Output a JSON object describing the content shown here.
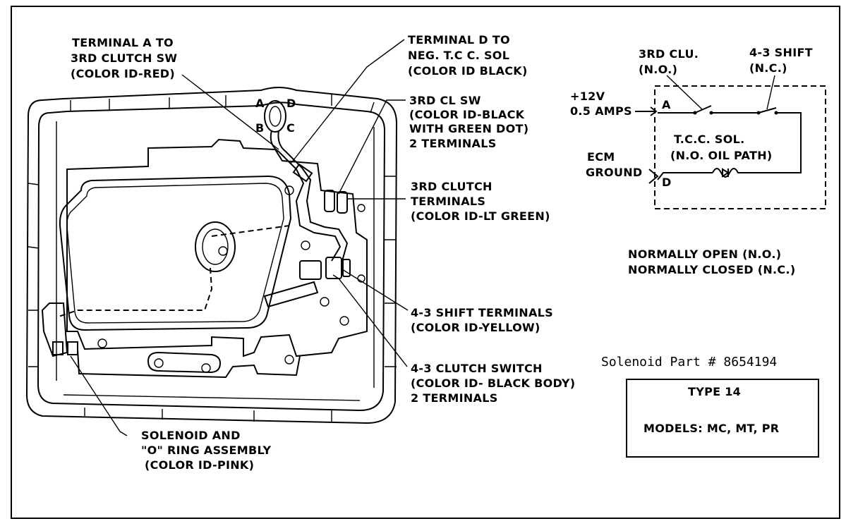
{
  "callouts": {
    "terminal_a": [
      "TERMINAL A TO",
      "3RD CLUTCH SW",
      "(COLOR ID-RED)"
    ],
    "terminal_d": [
      "TERMINAL D TO",
      "NEG. T.C C. SOL",
      "(COLOR ID BLACK)"
    ],
    "third_cl_sw": [
      "3RD CL SW",
      "(COLOR ID-BLACK",
      "WITH GREEN DOT)",
      "2 TERMINALS"
    ],
    "third_clutch_terminals": [
      "3RD CLUTCH",
      "TERMINALS",
      "(COLOR ID-LT GREEN)"
    ],
    "shift_terminals": [
      "4-3 SHIFT TERMINALS",
      "(COLOR ID-YELLOW)"
    ],
    "clutch_switch": [
      "4-3 CLUTCH SWITCH",
      "(COLOR ID- BLACK BODY)",
      "2 TERMINALS"
    ],
    "solenoid_assembly": [
      "SOLENOID AND",
      "\"O\" RING ASSEMBLY",
      "(COLOR ID-PINK)"
    ]
  },
  "connector_letters": {
    "a": "A",
    "b": "B",
    "c": "C",
    "d": "D"
  },
  "schematic": {
    "third_clu": [
      "3RD CLU.",
      "(N.O.)"
    ],
    "shift_43": [
      "4-3 SHIFT",
      "(N.C.)"
    ],
    "supply": [
      "+12V",
      "0.5 AMPS"
    ],
    "ecm": [
      "ECM",
      "GROUND"
    ],
    "pin_a": "A",
    "pin_d": "D",
    "solenoid": [
      "T.C.C. SOL.",
      "(N.O. OIL PATH)"
    ]
  },
  "legend": [
    "NORMALLY OPEN (N.O.)",
    "NORMALLY CLOSED (N.C.)"
  ],
  "part_number": "Solenoid Part # 8654194",
  "type_box": {
    "type": "TYPE 14",
    "models": "MODELS: MC, MT, PR"
  }
}
